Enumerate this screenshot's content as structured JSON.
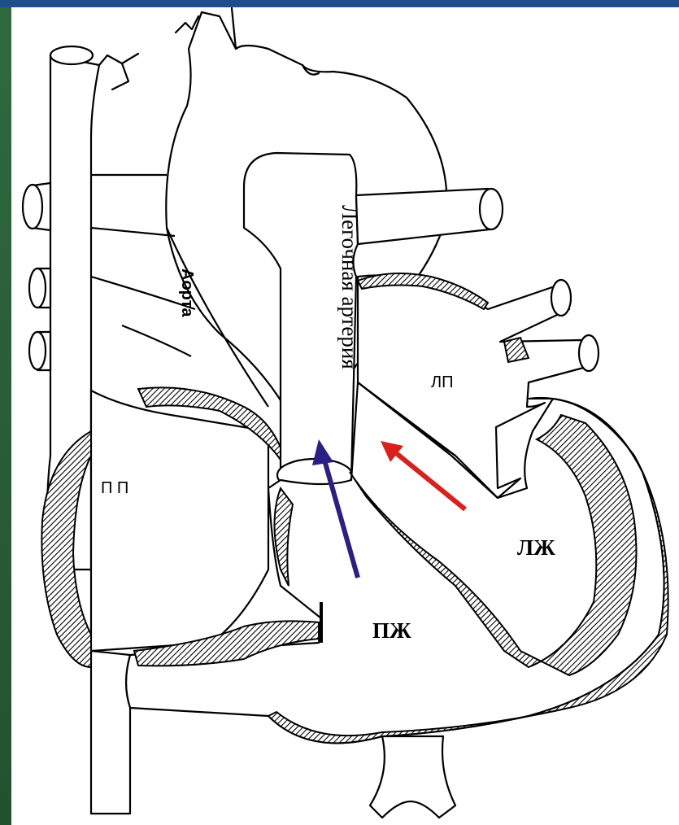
{
  "labels": {
    "aorta": "Аорта",
    "pulmonary_artery": "Легочная артерия",
    "left_atrium": "ЛП",
    "right_atrium": "П П",
    "left_ventricle": "ЛЖ",
    "right_ventricle": "ПЖ"
  },
  "colors": {
    "background_left": "#1f4a2c",
    "top_bar": "#1e4f8a",
    "line": "#000000",
    "paper": "#ffffff",
    "arrow_blue": "#2b1f86",
    "arrow_red": "#d8201c"
  },
  "arrows": [
    {
      "name": "blue-flow-arrow",
      "color_key": "arrow_blue"
    },
    {
      "name": "red-flow-arrow",
      "color_key": "arrow_red"
    }
  ]
}
